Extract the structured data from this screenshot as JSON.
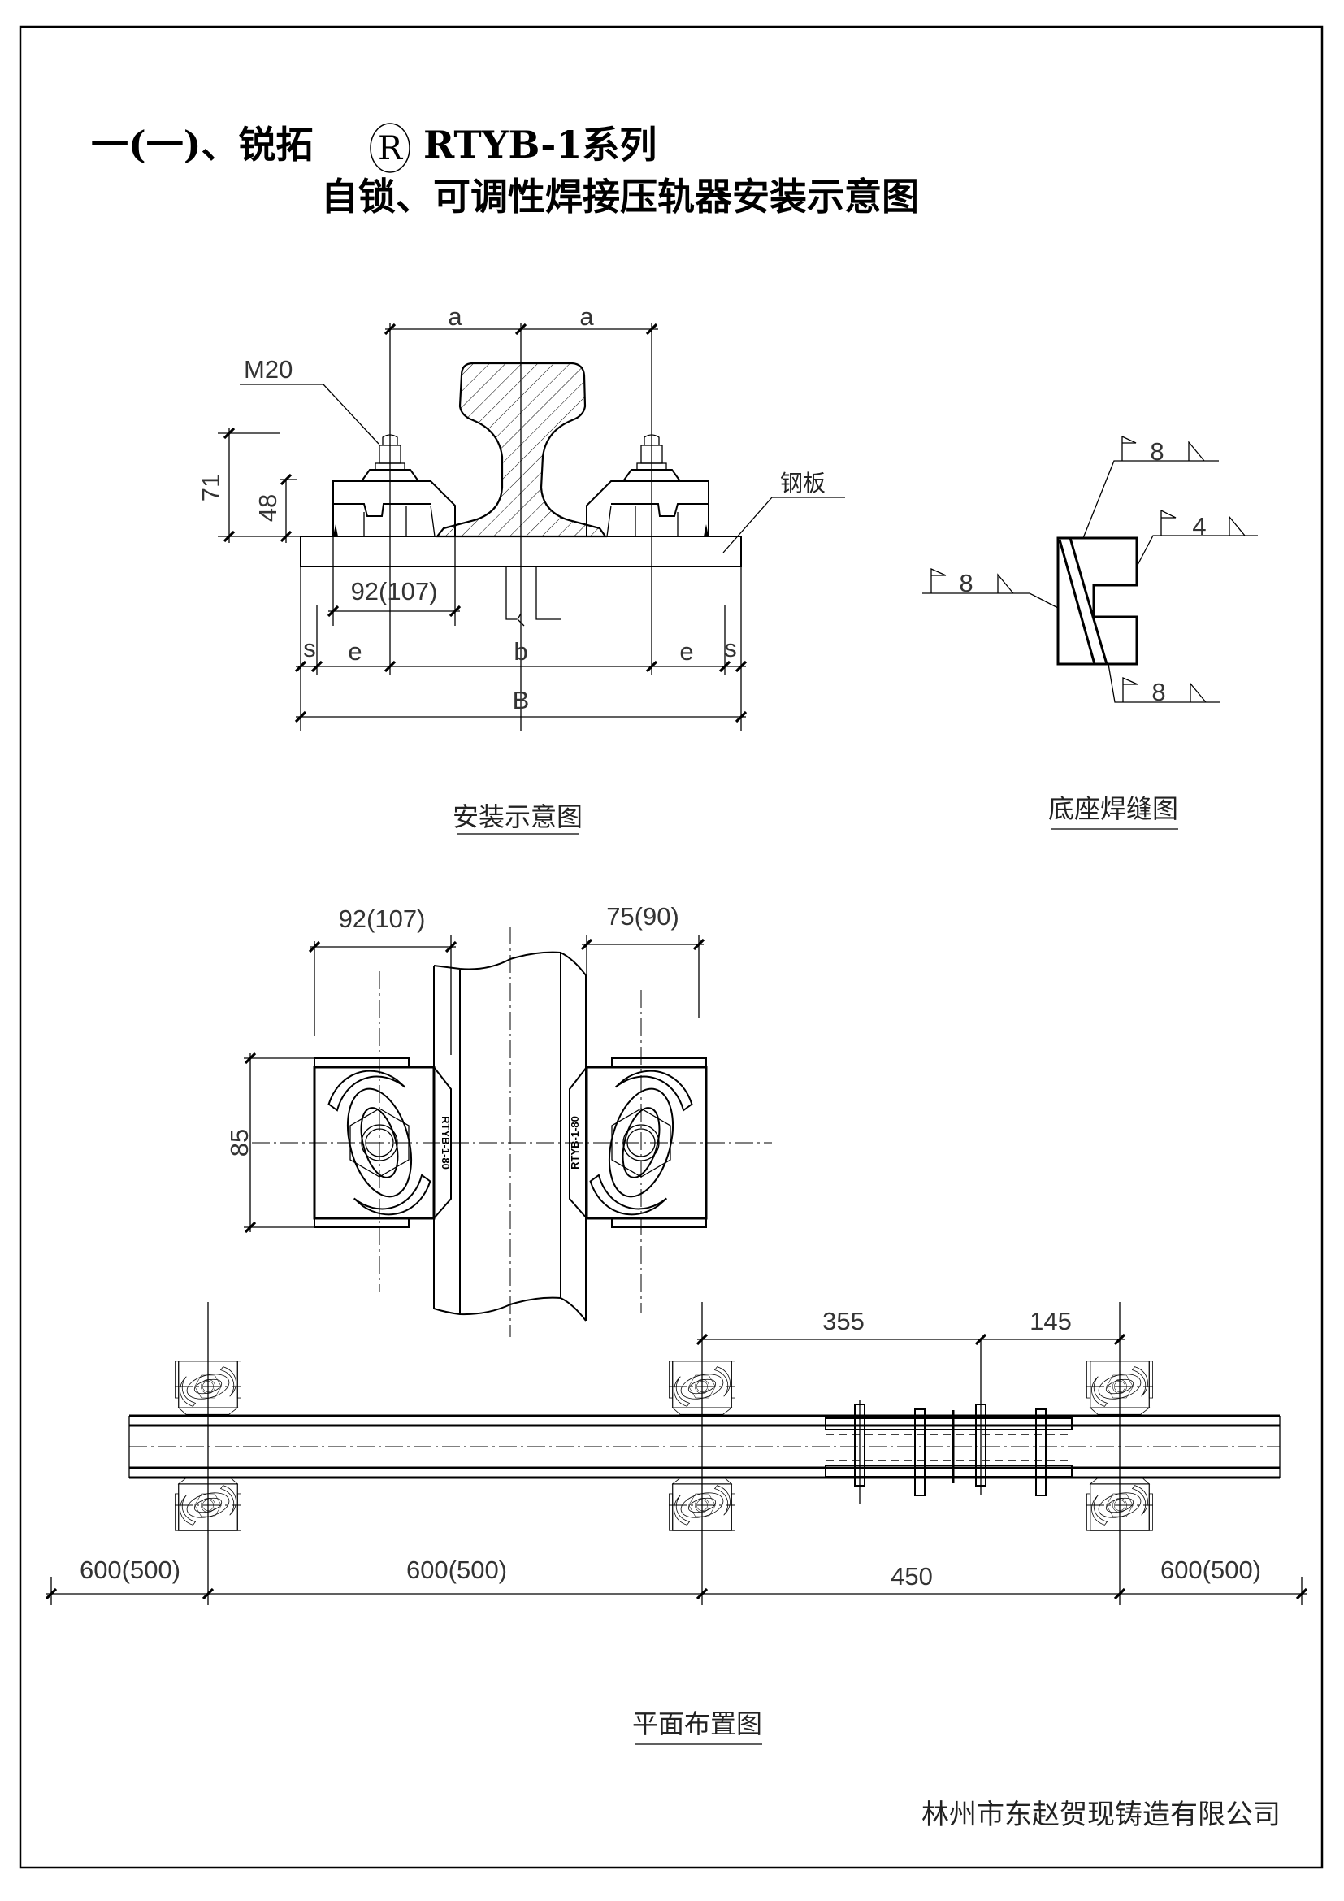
{
  "title": {
    "line1_prefix": "一(一)、锐拓",
    "registered_mark": "R",
    "line1_suffix": "RTYB-1系列",
    "line2": "自锁、可调性焊接压轨器安装示意图"
  },
  "install_view": {
    "caption": "安装示意图",
    "bolt_label": "M20",
    "plate_label": "钢板",
    "dims": {
      "a_left": "a",
      "a_right": "a",
      "total_height": "71",
      "clamp_height": "48",
      "clamp_width": "92(107)",
      "s_left": "s",
      "e_left": "e",
      "b": "b",
      "e_right": "e",
      "s_right": "s",
      "B": "B"
    }
  },
  "weld_view": {
    "caption": "底座焊缝图",
    "weld_sizes": {
      "top": "8",
      "right": "4",
      "left": "8",
      "bottom": "8"
    }
  },
  "plan_detail": {
    "dim_left": "92(107)",
    "dim_right": "75(90)",
    "dim_height": "85",
    "clamp_label": "RTYB-1-80"
  },
  "layout_plan": {
    "caption": "平面布置图",
    "dims_top": [
      "355",
      "145"
    ],
    "dims_bottom": [
      "600(500)",
      "600(500)",
      "450",
      "600(500)"
    ]
  },
  "company": "林州市东赵贺现铸造有限公司"
}
